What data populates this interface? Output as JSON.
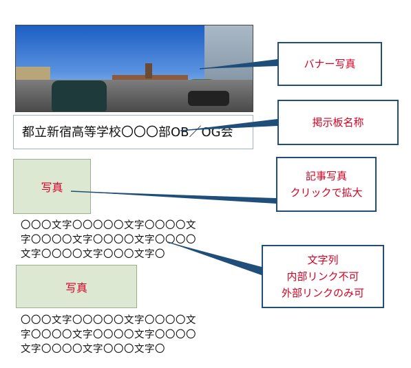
{
  "banner": {
    "alt": "banner-photo-street-scene"
  },
  "board_name": "都立新宿高等学校〇〇〇部OB／OG会",
  "photo1_label": "写真",
  "photo2_label": "写真",
  "text_block_1": [
    "〇〇〇文字〇〇〇〇〇文字〇〇〇〇文",
    "字〇〇〇〇文字〇〇〇〇文字〇〇〇〇",
    "文字〇〇〇〇文字〇〇〇文字〇"
  ],
  "text_block_2": [
    "〇〇〇文字〇〇〇〇〇文字〇〇〇〇文",
    "字〇〇〇〇文字〇〇〇〇文字〇〇〇〇",
    "文字〇〇〇〇文字〇〇〇文字〇"
  ],
  "callouts": {
    "banner": [
      "バナー写真"
    ],
    "board": [
      "掲示板名称"
    ],
    "article_photo": [
      "記事写真",
      "クリックで拡大"
    ],
    "text": [
      "文字列",
      "内部リンク不可",
      "外部リンクのみ可"
    ]
  },
  "colors": {
    "callout_border": "#1f4e79",
    "callout_text": "#d90020",
    "photo_fill": "#dce8d1"
  }
}
